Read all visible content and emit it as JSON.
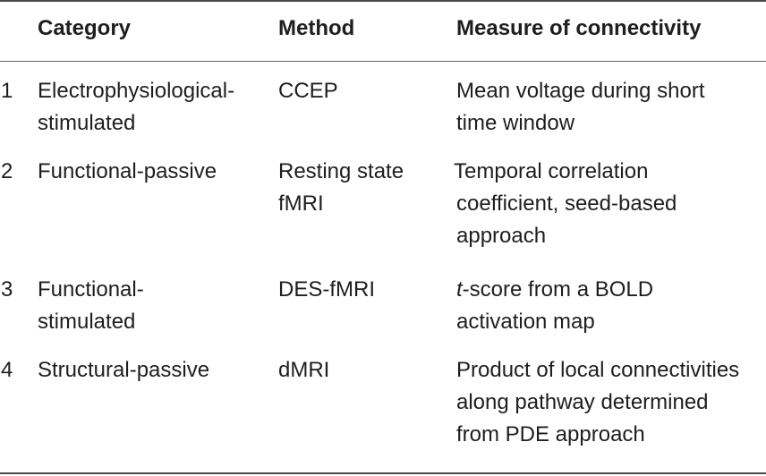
{
  "table": {
    "headers": {
      "category": "Category",
      "method": "Method",
      "measure": "Measure of connectivity"
    },
    "rows": [
      {
        "index": "1",
        "category": [
          "Electrophysiological-",
          "stimulated"
        ],
        "method": [
          "CCEP"
        ],
        "measure": [
          "Mean voltage during short",
          "time window"
        ]
      },
      {
        "index": "2",
        "category": [
          "Functional-passive"
        ],
        "method": [
          "Resting state",
          "fMRI"
        ],
        "measure": [
          "Temporal correlation",
          "coefficient, seed-based",
          "approach"
        ]
      },
      {
        "index": "3",
        "category": [
          "Functional-",
          "stimulated"
        ],
        "method": [
          "DES-fMRI"
        ],
        "measure_italic_prefix": "t",
        "measure": [
          "-score from a BOLD",
          "activation map"
        ]
      },
      {
        "index": "4",
        "category": [
          "Structural-passive"
        ],
        "method": [
          "dMRI"
        ],
        "measure": [
          "Product of local connectivities",
          "along pathway determined",
          "from PDE approach"
        ]
      }
    ]
  }
}
